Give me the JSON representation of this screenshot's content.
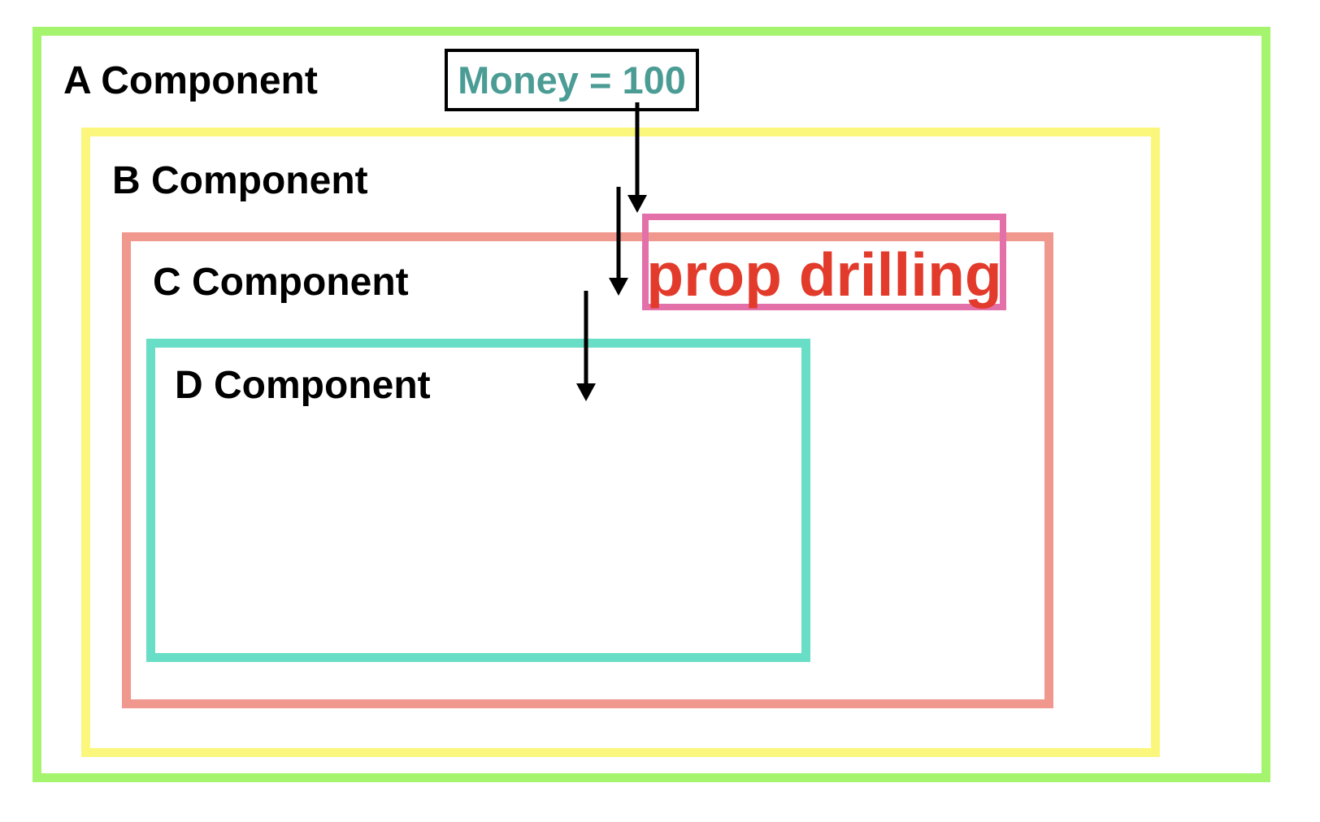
{
  "diagram": {
    "title_semantic": "react-prop-drilling-diagram",
    "components": [
      {
        "id": "a",
        "label": "A Component"
      },
      {
        "id": "b",
        "label": "B Component"
      },
      {
        "id": "c",
        "label": "C Component"
      },
      {
        "id": "d",
        "label": "D Component"
      }
    ],
    "state_box": {
      "label": "Money = 100"
    },
    "annotation_box": {
      "label": "prop drilling"
    },
    "arrows": [
      {
        "name": "arrow-1",
        "direction": "down"
      },
      {
        "name": "arrow-2",
        "direction": "down"
      },
      {
        "name": "arrow-3",
        "direction": "down"
      }
    ]
  },
  "colors": {
    "component-a-border": "#a4f46d",
    "component-b-border": "#fbf77d",
    "component-c-border": "#f0978e",
    "component-d-border": "#67dec5",
    "state-border": "#000000",
    "state-text": "#4a9c94",
    "annotation-border": "#e470aa",
    "annotation-text": "#e23a2b",
    "arrow": "#000000",
    "label-text": "#000000"
  }
}
